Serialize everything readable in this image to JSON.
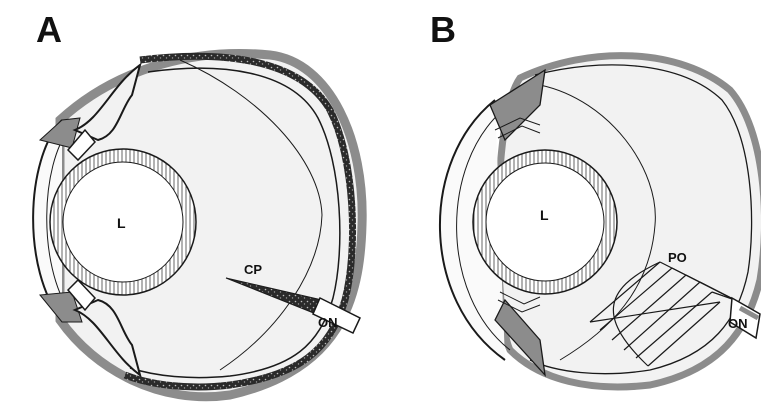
{
  "panels": [
    {
      "letter": "A",
      "labels": {
        "lens": "L",
        "pecten": "CP",
        "optic_nerve": "ON"
      }
    },
    {
      "letter": "B",
      "labels": {
        "lens": "L",
        "pecten": "PO",
        "optic_nerve": "ON"
      }
    }
  ],
  "colors": {
    "stroke": "#1a1a1a",
    "sclera_gray": "#8c8c8c",
    "choroid_black": "#111111",
    "fill_light": "#f4f4f4"
  }
}
